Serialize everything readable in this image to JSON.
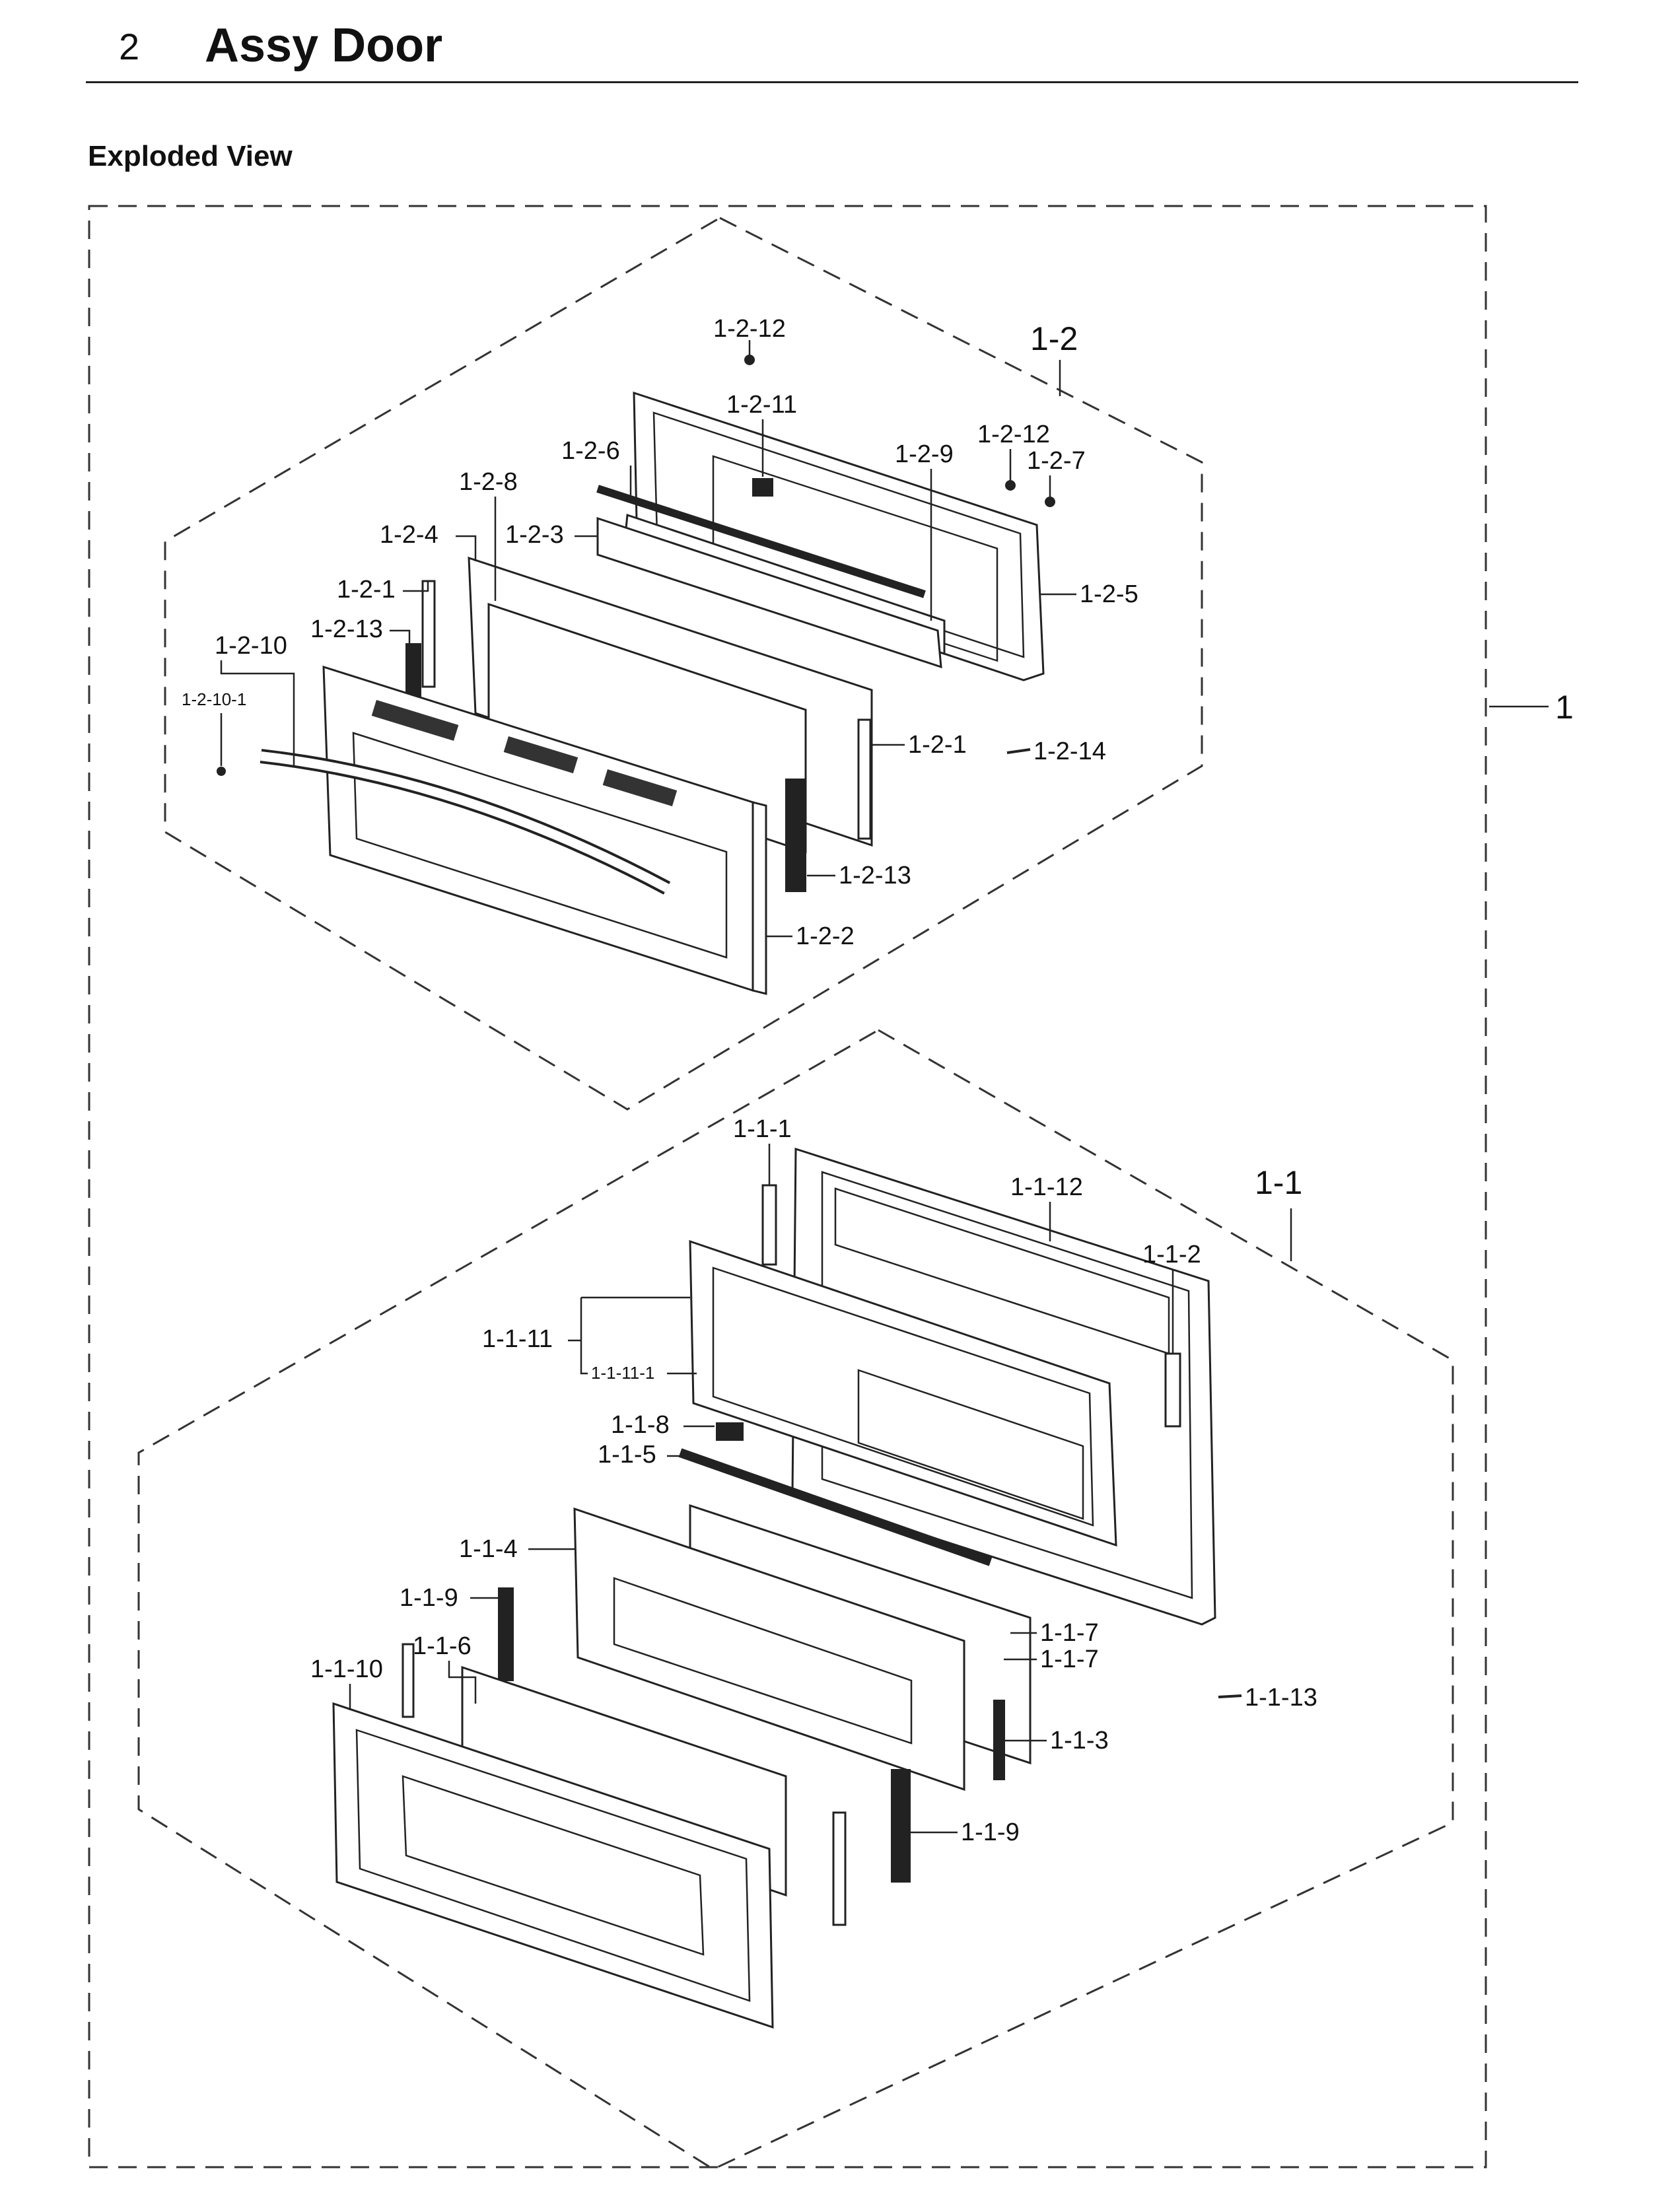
{
  "header": {
    "section_number": "2",
    "title": "Assy Door"
  },
  "subheading": "Exploded View",
  "assemblies": [
    {
      "id": "1",
      "label": "1"
    },
    {
      "id": "1-2",
      "label": "1-2"
    },
    {
      "id": "1-1",
      "label": "1-1"
    }
  ],
  "upper_labels": {
    "p_1_2_12_top": "1-2-12",
    "p_1_2_11": "1-2-11",
    "p_1_2_6": "1-2-6",
    "p_1_2_9": "1-2-9",
    "p_1_2_12_right": "1-2-12",
    "p_1_2_7": "1-2-7",
    "p_1_2_8": "1-2-8",
    "p_1_2_4": "1-2-4",
    "p_1_2_3": "1-2-3",
    "p_1_2_5": "1-2-5",
    "p_1_2_1_left": "1-2-1",
    "p_1_2_13_left": "1-2-13",
    "p_1_2_10": "1-2-10",
    "p_1_2_10_1": "1-2-10-1",
    "p_1_2_1_right": "1-2-1",
    "p_1_2_14": "1-2-14",
    "p_1_2_13_right": "1-2-13",
    "p_1_2_2": "1-2-2"
  },
  "lower_labels": {
    "p_1_1_1": "1-1-1",
    "p_1_1_12": "1-1-12",
    "p_1_1_2": "1-1-2",
    "p_1_1_11": "1-1-11",
    "p_1_1_11_1": "1-1-11-1",
    "p_1_1_8": "1-1-8",
    "p_1_1_5": "1-1-5",
    "p_1_1_4": "1-1-4",
    "p_1_1_9_left": "1-1-9",
    "p_1_1_7_a": "1-1-7",
    "p_1_1_7_b": "1-1-7",
    "p_1_1_6": "1-1-6",
    "p_1_1_10": "1-1-10",
    "p_1_1_13": "1-1-13",
    "p_1_1_3": "1-1-3",
    "p_1_1_9_right": "1-1-9"
  }
}
